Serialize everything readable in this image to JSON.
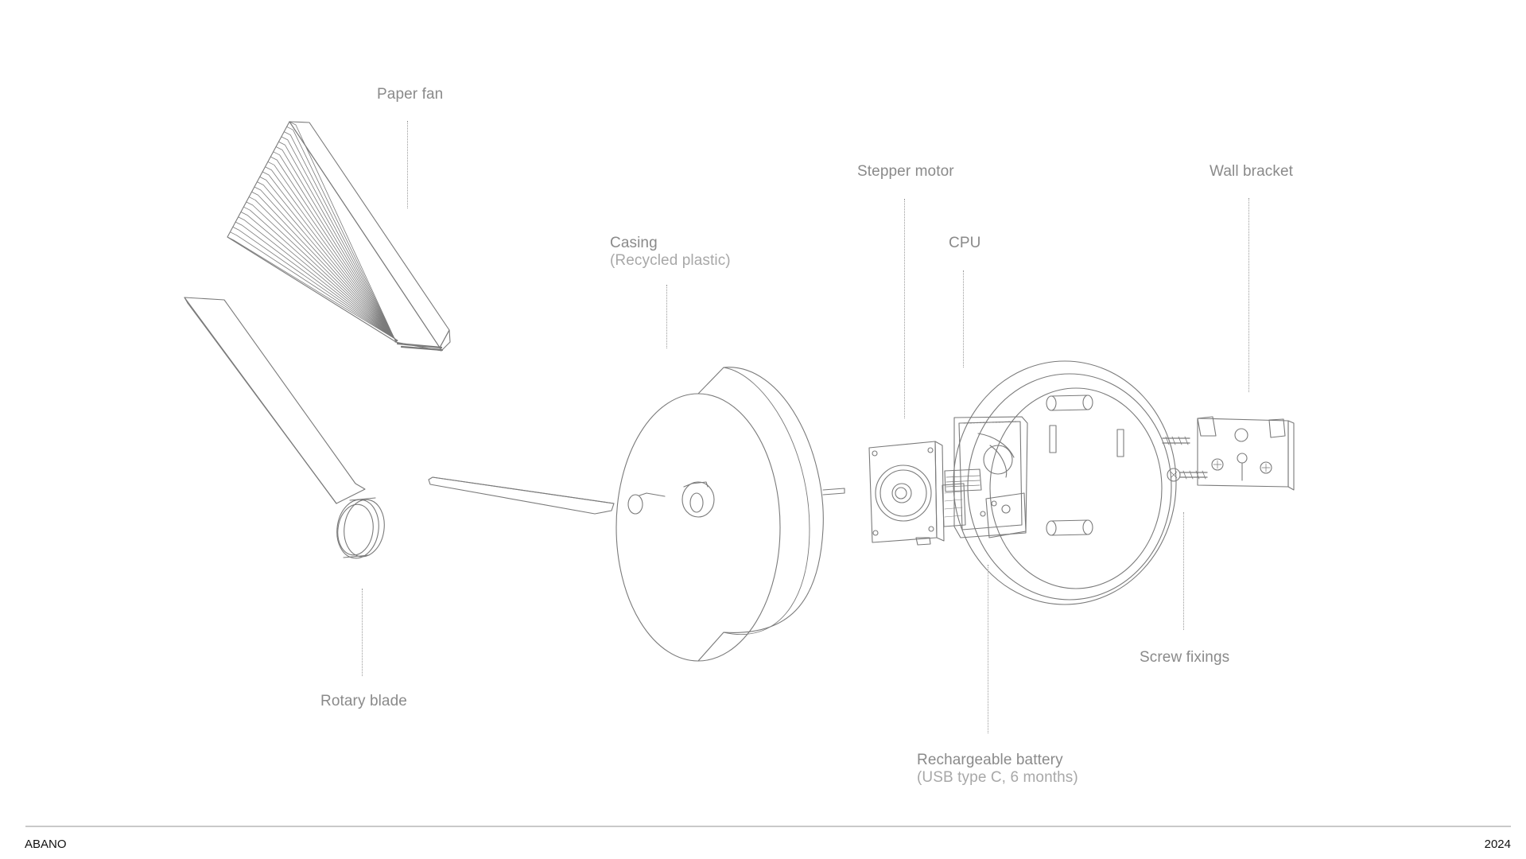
{
  "labels": {
    "paper_fan": "Paper fan",
    "casing": "Casing",
    "casing_note": "(Recycled plastic)",
    "stepper_motor": "Stepper motor",
    "cpu": "CPU",
    "wall_bracket": "Wall bracket",
    "screw_fixings": "Screw fixings",
    "rotary_blade": "Rotary blade",
    "battery": "Rechargeable battery",
    "battery_note": "(USB type C, 6 months)"
  },
  "footer": {
    "brand": "ABANO",
    "year": "2024"
  },
  "colors": {
    "line": "#7a7a7a",
    "label": "#8a8a8a",
    "footer_text": "#111111",
    "rule": "#c9c9c9"
  }
}
